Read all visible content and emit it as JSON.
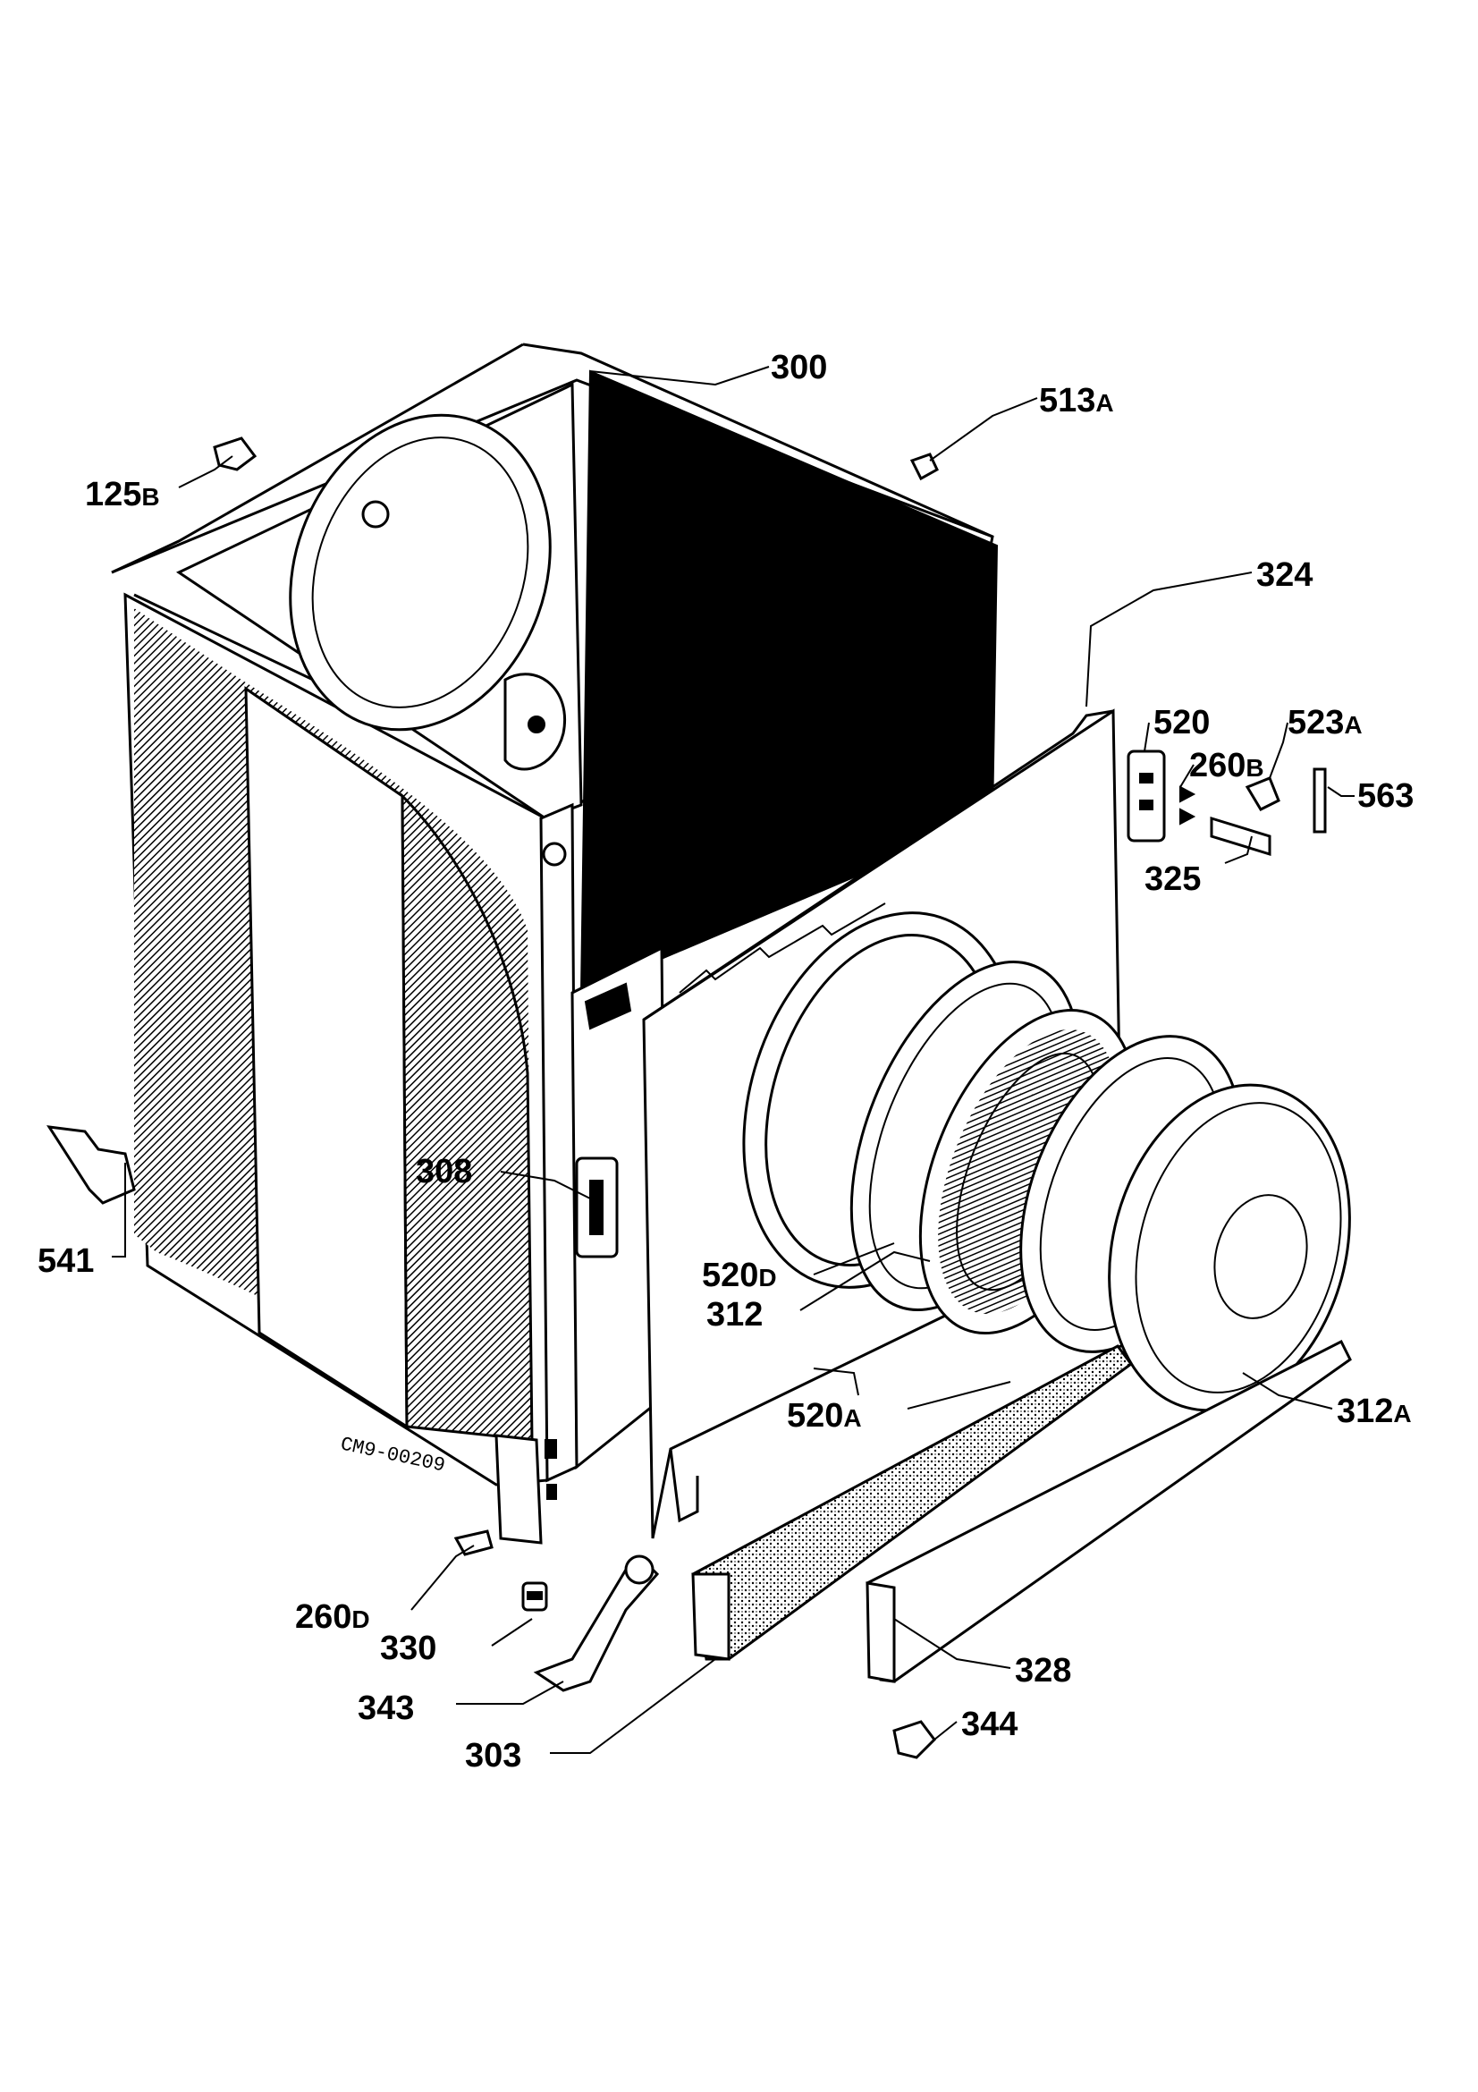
{
  "diagram": {
    "drawing_code": "CM9-00209",
    "parts": [
      {
        "id": "p300",
        "main": "300",
        "suffix": ""
      },
      {
        "id": "p513a",
        "main": "513",
        "suffix": "A"
      },
      {
        "id": "p125b",
        "main": "125",
        "suffix": "B"
      },
      {
        "id": "p324",
        "main": "324",
        "suffix": ""
      },
      {
        "id": "p520",
        "main": "520",
        "suffix": ""
      },
      {
        "id": "p523a",
        "main": "523",
        "suffix": "A"
      },
      {
        "id": "p260b",
        "main": "260",
        "suffix": "B"
      },
      {
        "id": "p563",
        "main": "563",
        "suffix": ""
      },
      {
        "id": "p325",
        "main": "325",
        "suffix": ""
      },
      {
        "id": "p308",
        "main": "308",
        "suffix": ""
      },
      {
        "id": "p541",
        "main": "541",
        "suffix": ""
      },
      {
        "id": "p520d",
        "main": "520",
        "suffix": "D"
      },
      {
        "id": "p312",
        "main": "312",
        "suffix": ""
      },
      {
        "id": "p520a",
        "main": "520",
        "suffix": "A"
      },
      {
        "id": "p312a",
        "main": "312",
        "suffix": "A"
      },
      {
        "id": "p260d",
        "main": "260",
        "suffix": "D"
      },
      {
        "id": "p330",
        "main": "330",
        "suffix": ""
      },
      {
        "id": "p343",
        "main": "343",
        "suffix": ""
      },
      {
        "id": "p303",
        "main": "303",
        "suffix": ""
      },
      {
        "id": "p328",
        "main": "328",
        "suffix": ""
      },
      {
        "id": "p344",
        "main": "344",
        "suffix": ""
      }
    ]
  }
}
